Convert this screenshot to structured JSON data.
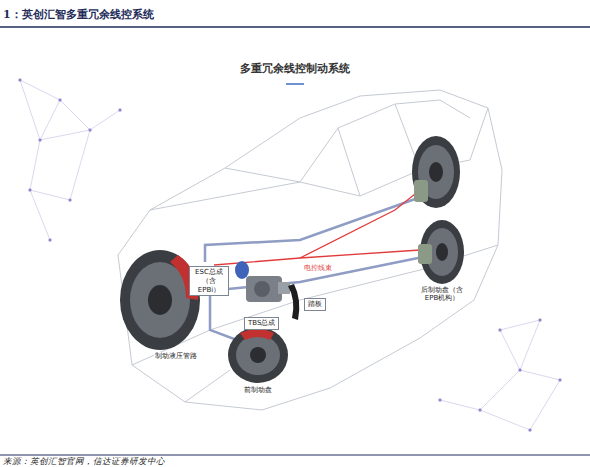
{
  "diagram": {
    "title": "1：英创汇智多重冗余线控系统",
    "caption": "来源：英创汇智官网，信达证券研发中心",
    "nodes": [
      {
        "text": [
          "ESC总成（含EPBi）"
        ]
      },
      {
        "text": [
          "TBS总成"
        ]
      },
      {
        "text": [
          "踏板"
        ]
      }
    ],
    "labels": [
      "多重冗余线控制动系统",
      "电控线束",
      "后制动盘（含EPB机构）",
      "制动液压管路",
      "前制动盘"
    ]
  }
}
